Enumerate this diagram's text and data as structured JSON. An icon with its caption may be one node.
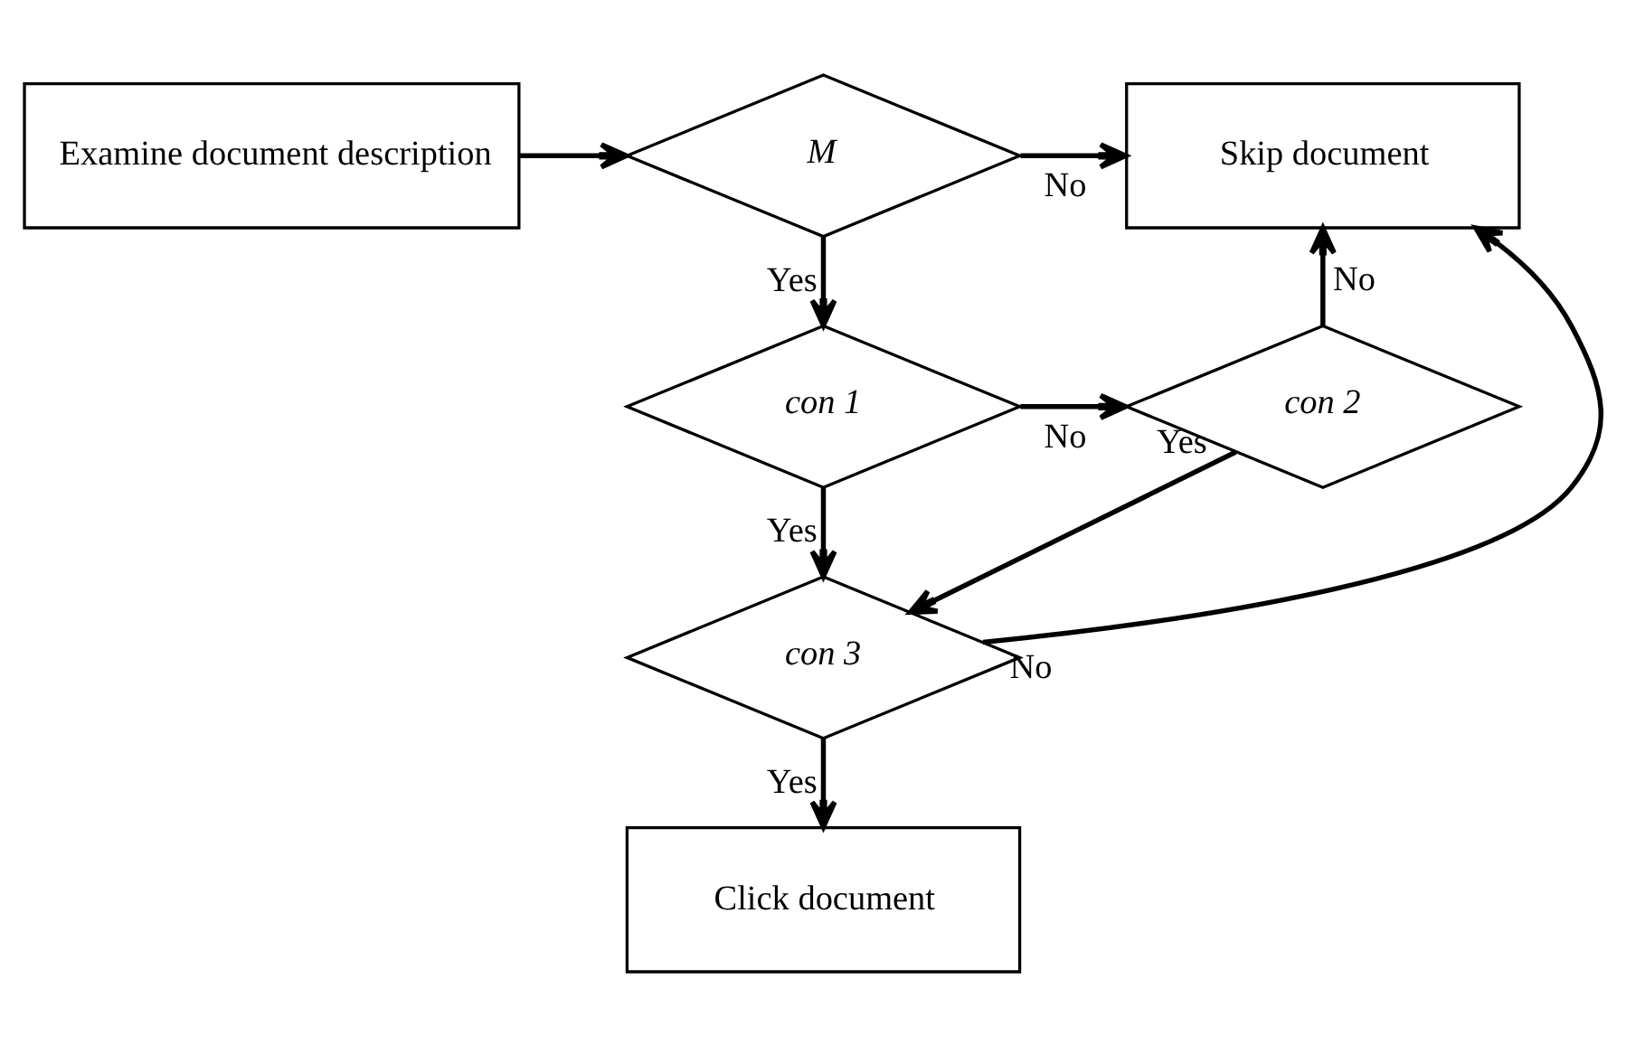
{
  "diagram": {
    "nodes": [
      {
        "text": [
          "Examine document description"
        ]
      },
      {
        "text": [
          "M"
        ]
      },
      {
        "text": [
          "Skip document"
        ]
      },
      {
        "text": [
          "con 1"
        ]
      },
      {
        "text": [
          "con 2"
        ]
      },
      {
        "text": [
          "con 3"
        ]
      },
      {
        "text": [
          "Click document"
        ]
      }
    ],
    "edges": [
      {
        "from": 0,
        "to": 1,
        "arrow": "to"
      },
      {
        "from": 1,
        "to": 2,
        "arrow": "to",
        "label": "No"
      },
      {
        "from": 1,
        "to": 3,
        "arrow": "to",
        "label": "Yes"
      },
      {
        "from": 3,
        "to": 4,
        "arrow": "to",
        "label": "No"
      },
      {
        "from": 3,
        "to": 5,
        "arrow": "to",
        "label": "Yes"
      },
      {
        "from": 4,
        "to": 5,
        "arrow": "to",
        "label": "Yes"
      },
      {
        "from": 4,
        "to": 2,
        "arrow": "to",
        "label": "No"
      },
      {
        "from": 5,
        "to": 2,
        "arrow": "to",
        "label": "No"
      },
      {
        "from": 5,
        "to": 6,
        "arrow": "to",
        "label": "Yes"
      }
    ]
  }
}
